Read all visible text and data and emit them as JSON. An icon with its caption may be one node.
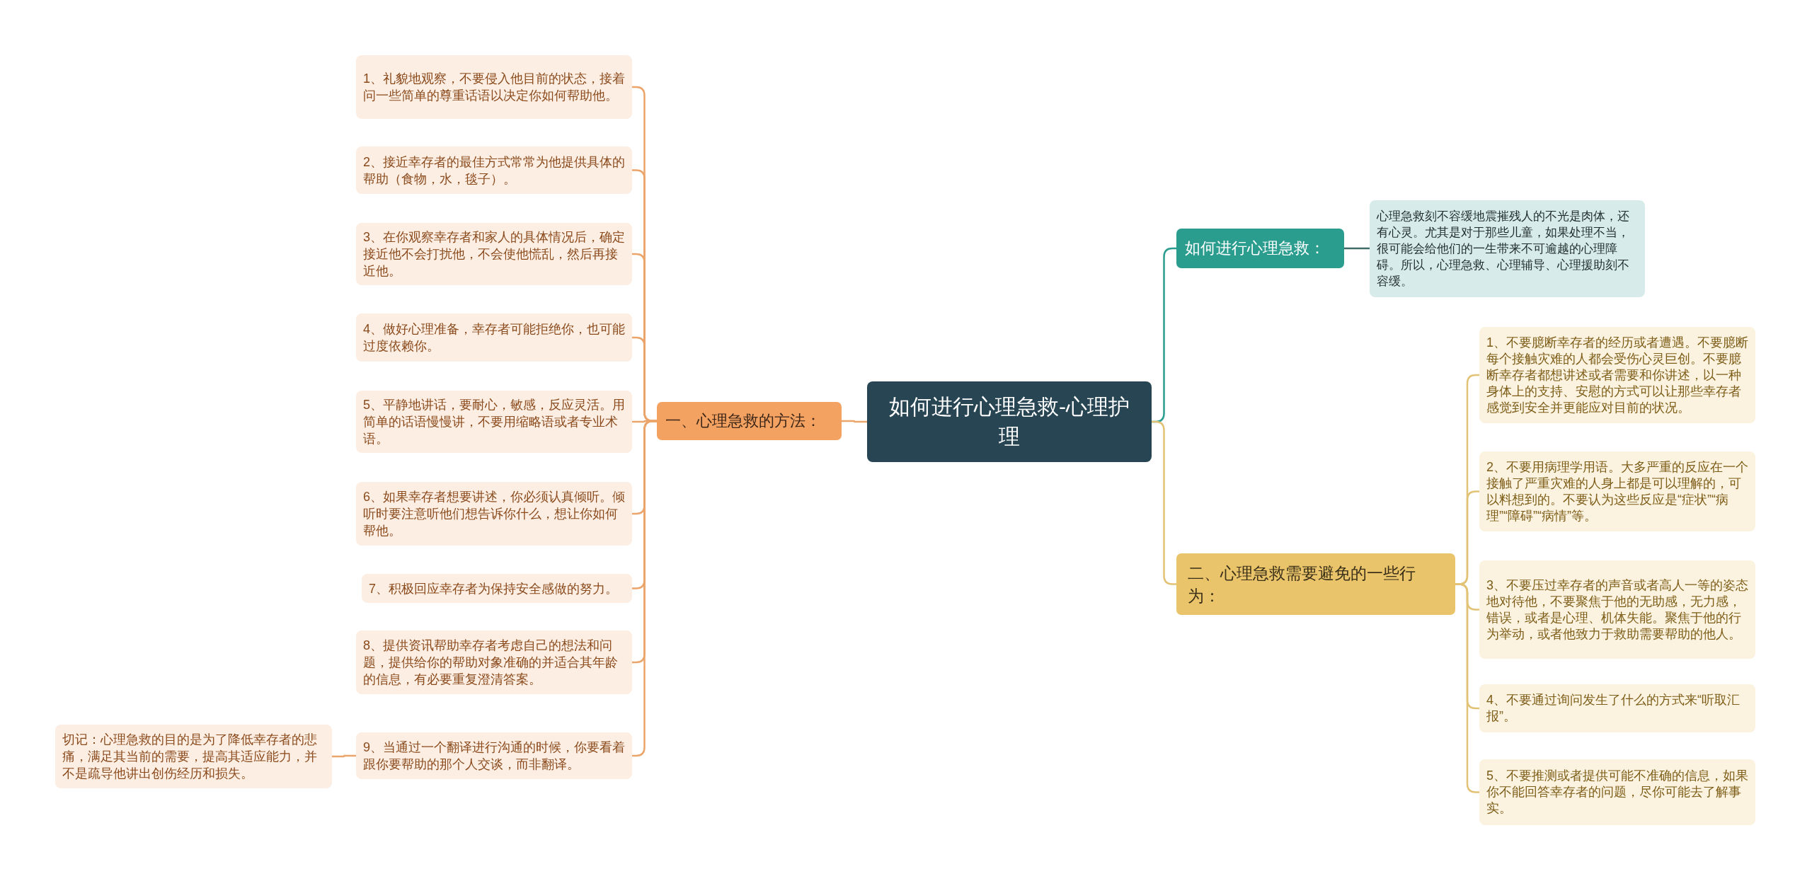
{
  "diagram": {
    "nodes": [
      {
        "text": [
          "如何进行心理急救-心理护理"
        ]
      },
      {
        "text": [
          "一、心理急救的方法："
        ]
      },
      {
        "text": [
          "1、礼貌地观察，不要侵入他目前的状态，接着问一些简单的尊重话语以决定你如何帮助他。"
        ]
      },
      {
        "text": [
          "2、接近幸存者的最佳方式常常为他提供具体的帮助（食物，水，毯子）。"
        ]
      },
      {
        "text": [
          "3、在你观察幸存者和家人的具体情况后，确定接近他不会打扰他，不会使他慌乱，然后再接近他。"
        ]
      },
      {
        "text": [
          "4、做好心理准备，幸存者可能拒绝你，也可能过度依赖你。"
        ]
      },
      {
        "text": [
          "5、平静地讲话，要耐心，敏感，反应灵活。用简单的话语慢慢讲，不要用缩略语或者专业术语。"
        ]
      },
      {
        "text": [
          "6、如果幸存者想要讲述，你必须认真倾听。倾听时要注意听他们想告诉你什么，想让你如何帮他。"
        ]
      },
      {
        "text": [
          "7、积极回应幸存者为保持安全感做的努力。"
        ]
      },
      {
        "text": [
          "8、提供资讯帮助幸存者考虑自己的想法和问题，提供给你的帮助对象准确的并适合其年龄的信息，有必要重复澄清答案。"
        ]
      },
      {
        "text": [
          "9、当通过一个翻译进行沟通的时候，你要看着跟你要帮助的那个人交谈，而非翻译。"
        ]
      },
      {
        "text": [
          "切记：心理急救的目的是为了降低幸存者的悲痛，满足其当前的需要，提高其适应能力，并不是疏导他讲出创伤经历和损失。"
        ]
      },
      {
        "text": [
          "如何进行心理急救："
        ]
      },
      {
        "text": [
          "心理急救刻不容缓地震摧残人的不光是肉体，还有心灵。尤其是对于那些儿童，如果处理不当，很可能会给他们的一生带来不可逾越的心理障碍。所以，心理急救、心理辅导、心理援助刻不容缓。"
        ]
      },
      {
        "text": [
          "二、心理急救需要避免的一些行为："
        ]
      },
      {
        "text": [
          "1、不要臆断幸存者的经历或者遭遇。不要臆断每个接触灾难的人都会受伤心灵巨创。不要臆断幸存者都想讲述或者需要和你讲述，以一种身体上的支持、安慰的方式可以让那些幸存者感觉到安全并更能应对目前的状况。"
        ]
      },
      {
        "text": [
          "2、不要用病理学用语。大多严重的反应在一个接触了严重灾难的人身上都是可以理解的，可以料想到的。不要认为这些反应是“症状”“病理”“障碍”“病情”等。"
        ]
      },
      {
        "text": [
          "3、不要压过幸存者的声音或者高人一等的姿态地对待他，不要聚焦于他的无助感，无力感，错误，或者是心理、机体失能。聚焦于他的行为举动，或者他致力于救助需要帮助的他人。"
        ]
      },
      {
        "text": [
          "4、不要通过询问发生了什么的方式来“听取汇报”。"
        ]
      },
      {
        "text": [
          "5、不要推测或者提供可能不准确的信息，如果你不能回答幸存者的问题，尽你可能去了解事实。"
        ]
      }
    ],
    "edges": [
      {
        "from": 0,
        "to": 1,
        "arrow": "none"
      },
      {
        "from": 1,
        "to": 2,
        "arrow": "none"
      },
      {
        "from": 1,
        "to": 3,
        "arrow": "none"
      },
      {
        "from": 1,
        "to": 4,
        "arrow": "none"
      },
      {
        "from": 1,
        "to": 5,
        "arrow": "none"
      },
      {
        "from": 1,
        "to": 6,
        "arrow": "none"
      },
      {
        "from": 1,
        "to": 7,
        "arrow": "none"
      },
      {
        "from": 1,
        "to": 8,
        "arrow": "none"
      },
      {
        "from": 1,
        "to": 9,
        "arrow": "none"
      },
      {
        "from": 1,
        "to": 10,
        "arrow": "none"
      },
      {
        "from": 10,
        "to": 11,
        "arrow": "none"
      },
      {
        "from": 0,
        "to": 12,
        "arrow": "none",
        "color": "#2a9d8f"
      },
      {
        "from": 12,
        "to": 13,
        "arrow": "none",
        "color": "#3f6b66"
      },
      {
        "from": 0,
        "to": 14,
        "arrow": "none",
        "color": "#e2c275"
      },
      {
        "from": 14,
        "to": 15,
        "arrow": "none",
        "color": "#e2c275"
      },
      {
        "from": 14,
        "to": 16,
        "arrow": "none",
        "color": "#e2c275"
      },
      {
        "from": 14,
        "to": 17,
        "arrow": "none",
        "color": "#e2c275"
      },
      {
        "from": 14,
        "to": 18,
        "arrow": "none",
        "color": "#e2c275"
      },
      {
        "from": 14,
        "to": 19,
        "arrow": "none",
        "color": "#e2c275"
      }
    ]
  }
}
